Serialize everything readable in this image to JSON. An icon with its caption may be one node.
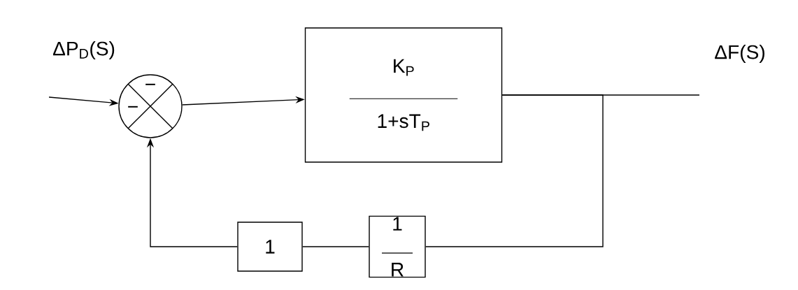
{
  "diagram": {
    "nodes": [
      {
        "text": [
          "−",
          "−"
        ]
      },
      {
        "text": [
          "K$_{P}$",
          "1+sT$_{P}$"
        ]
      },
      {
        "text": [
          "1"
        ]
      },
      {
        "text": [
          "1",
          "R"
        ]
      }
    ],
    "edges": [
      {
        "from": null,
        "to": 0,
        "arrow": "to"
      },
      {
        "from": 0,
        "to": 1,
        "arrow": "to"
      },
      {
        "from": 1,
        "to": null,
        "arrow": "none"
      },
      {
        "from": 1,
        "to": 3,
        "arrow": "none"
      },
      {
        "from": 3,
        "to": 2,
        "arrow": "none"
      },
      {
        "from": 2,
        "to": 0,
        "arrow": "to"
      }
    ],
    "labels": [
      "ΔP$_{D}$(S)",
      "ΔF(S)"
    ]
  }
}
